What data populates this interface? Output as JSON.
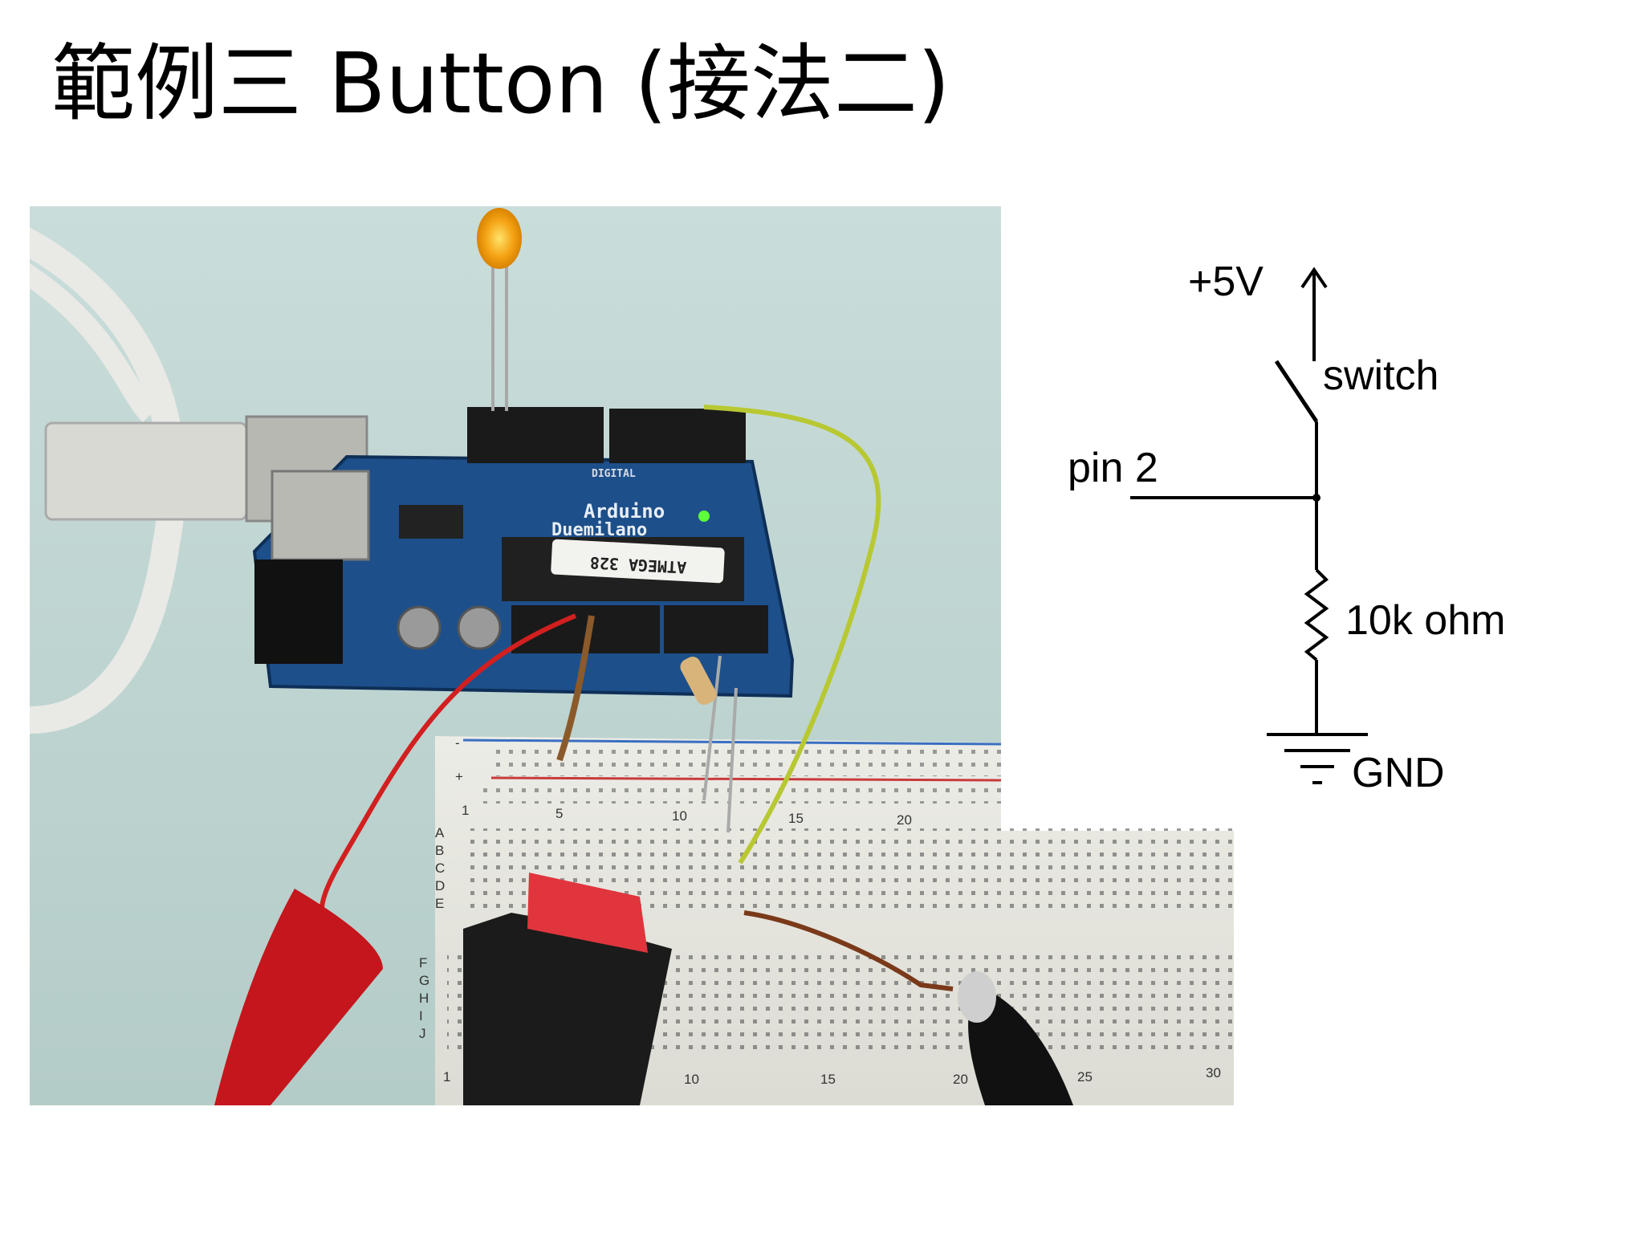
{
  "slide": {
    "title": "範例三 Button (接法二)"
  },
  "photo": {
    "board_name_1": "Arduino",
    "board_name_2": "Duemilano",
    "chip_label": "ATMEGA 328",
    "digital_label": "DIGITAL",
    "breadboard_numbers": [
      "1",
      "5",
      "10",
      "15",
      "20"
    ],
    "breadboard_numbers_bottom": [
      "1",
      "10",
      "15",
      "20",
      "25",
      "30"
    ],
    "breadboard_rows": [
      "A",
      "B",
      "C",
      "D",
      "E",
      "F",
      "G",
      "H",
      "I",
      "J"
    ],
    "rail_minus": "-",
    "rail_plus": "+"
  },
  "schematic": {
    "vcc_label": "+5V",
    "switch_label": "switch",
    "pin_label": "pin 2",
    "resistor_label": "10k ohm",
    "gnd_label": "GND"
  }
}
